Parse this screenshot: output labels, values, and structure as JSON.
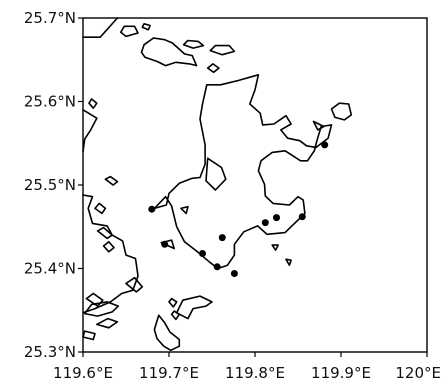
{
  "map": {
    "type": "coastline-map",
    "x_axis": {
      "range": [
        119.6,
        120.0
      ],
      "ticks": [
        119.6,
        119.7,
        119.8,
        119.9,
        120.0
      ],
      "tick_labels": [
        "119.6°E",
        "119.7°E",
        "119.8°E",
        "119.9°E",
        "120°E"
      ]
    },
    "y_axis": {
      "range": [
        25.3,
        25.7
      ],
      "ticks": [
        25.7,
        25.6,
        25.5,
        25.4,
        25.3
      ],
      "tick_labels": [
        "25.7°N",
        "25.6°N",
        "25.5°N",
        "25.4°N",
        "25.3°N"
      ]
    },
    "stations": [
      {
        "lon": 119.881,
        "lat": 25.548
      },
      {
        "lon": 119.855,
        "lat": 25.462
      },
      {
        "lon": 119.825,
        "lat": 25.461
      },
      {
        "lon": 119.812,
        "lat": 25.455
      },
      {
        "lon": 119.762,
        "lat": 25.437
      },
      {
        "lon": 119.776,
        "lat": 25.394
      },
      {
        "lon": 119.756,
        "lat": 25.402
      },
      {
        "lon": 119.739,
        "lat": 25.418
      },
      {
        "lon": 119.68,
        "lat": 25.471
      },
      {
        "lon": 119.695,
        "lat": 25.429
      }
    ],
    "coastlines": [
      [
        [
          119.6,
          25.677
        ],
        [
          119.62,
          25.677
        ],
        [
          119.64,
          25.7
        ]
      ],
      [
        [
          119.6,
          25.488
        ],
        [
          119.611,
          25.486
        ],
        [
          119.606,
          25.472
        ],
        [
          119.611,
          25.454
        ],
        [
          119.628,
          25.451
        ],
        [
          119.634,
          25.44
        ],
        [
          119.646,
          25.433
        ],
        [
          119.65,
          25.416
        ],
        [
          119.661,
          25.412
        ],
        [
          119.664,
          25.391
        ],
        [
          119.658,
          25.374
        ],
        [
          119.645,
          25.37
        ],
        [
          119.632,
          25.36
        ],
        [
          119.614,
          25.352
        ],
        [
          119.6,
          25.347
        ]
      ],
      [
        [
          119.6,
          25.59
        ],
        [
          119.616,
          25.58
        ],
        [
          119.609,
          25.566
        ],
        [
          119.602,
          25.555
        ],
        [
          119.6,
          25.54
        ]
      ],
      [
        [
          119.668,
          25.659
        ],
        [
          119.672,
          25.653
        ],
        [
          119.686,
          25.648
        ],
        [
          119.696,
          25.643
        ],
        [
          119.708,
          25.647
        ],
        [
          119.724,
          25.645
        ],
        [
          119.732,
          25.643
        ],
        [
          119.727,
          25.655
        ],
        [
          119.718,
          25.657
        ],
        [
          119.704,
          25.67
        ],
        [
          119.695,
          25.674
        ],
        [
          119.682,
          25.676
        ],
        [
          119.671,
          25.668
        ],
        [
          119.668,
          25.659
        ]
      ],
      [
        [
          119.644,
          25.683
        ],
        [
          119.65,
          25.678
        ],
        [
          119.664,
          25.682
        ],
        [
          119.66,
          25.69
        ],
        [
          119.648,
          25.69
        ],
        [
          119.644,
          25.683
        ]
      ],
      [
        [
          119.669,
          25.689
        ],
        [
          119.676,
          25.686
        ],
        [
          119.678,
          25.691
        ],
        [
          119.671,
          25.693
        ],
        [
          119.669,
          25.689
        ]
      ],
      [
        [
          119.717,
          25.668
        ],
        [
          119.728,
          25.664
        ],
        [
          119.74,
          25.667
        ],
        [
          119.734,
          25.672
        ],
        [
          119.722,
          25.673
        ],
        [
          119.717,
          25.668
        ]
      ],
      [
        [
          119.748,
          25.661
        ],
        [
          119.762,
          25.656
        ],
        [
          119.776,
          25.66
        ],
        [
          119.77,
          25.667
        ],
        [
          119.754,
          25.667
        ],
        [
          119.748,
          25.661
        ]
      ],
      [
        [
          119.745,
          25.64
        ],
        [
          119.752,
          25.635
        ],
        [
          119.758,
          25.64
        ],
        [
          119.751,
          25.645
        ],
        [
          119.745,
          25.64
        ]
      ],
      [
        [
          119.683,
          25.472
        ],
        [
          119.697,
          25.476
        ],
        [
          119.7,
          25.49
        ],
        [
          119.712,
          25.502
        ],
        [
          119.727,
          25.508
        ],
        [
          119.736,
          25.509
        ],
        [
          119.742,
          25.525
        ],
        [
          119.742,
          25.548
        ],
        [
          119.736,
          25.579
        ],
        [
          119.739,
          25.597
        ],
        [
          119.744,
          25.62
        ],
        [
          119.76,
          25.62
        ],
        [
          119.78,
          25.625
        ],
        [
          119.804,
          25.632
        ],
        [
          119.8,
          25.614
        ],
        [
          119.794,
          25.597
        ],
        [
          119.806,
          25.586
        ],
        [
          119.809,
          25.572
        ],
        [
          119.822,
          25.573
        ],
        [
          119.836,
          25.583
        ],
        [
          119.842,
          25.573
        ],
        [
          119.83,
          25.566
        ],
        [
          119.838,
          25.556
        ],
        [
          119.852,
          25.553
        ],
        [
          119.86,
          25.547
        ],
        [
          119.871,
          25.545
        ],
        [
          119.885,
          25.556
        ],
        [
          119.889,
          25.572
        ],
        [
          119.877,
          25.57
        ],
        [
          119.872,
          25.553
        ],
        [
          119.869,
          25.541
        ],
        [
          119.861,
          25.529
        ],
        [
          119.853,
          25.529
        ],
        [
          119.835,
          25.541
        ],
        [
          119.82,
          25.539
        ],
        [
          119.807,
          25.529
        ],
        [
          119.804,
          25.517
        ],
        [
          119.811,
          25.501
        ],
        [
          119.812,
          25.487
        ],
        [
          119.821,
          25.478
        ],
        [
          119.84,
          25.476
        ],
        [
          119.85,
          25.486
        ],
        [
          119.856,
          25.482
        ],
        [
          119.858,
          25.466
        ],
        [
          119.844,
          25.452
        ],
        [
          119.835,
          25.443
        ],
        [
          119.814,
          25.441
        ],
        [
          119.803,
          25.451
        ],
        [
          119.787,
          25.444
        ],
        [
          119.776,
          25.429
        ],
        [
          119.776,
          25.416
        ],
        [
          119.768,
          25.404
        ],
        [
          119.757,
          25.4
        ],
        [
          119.748,
          25.407
        ],
        [
          119.732,
          25.421
        ],
        [
          119.718,
          25.432
        ],
        [
          119.709,
          25.45
        ],
        [
          119.703,
          25.475
        ],
        [
          119.696,
          25.486
        ],
        [
          119.683,
          25.472
        ]
      ],
      [
        [
          119.745,
          25.532
        ],
        [
          119.761,
          25.521
        ],
        [
          119.766,
          25.507
        ],
        [
          119.754,
          25.494
        ],
        [
          119.743,
          25.505
        ],
        [
          119.745,
          25.532
        ]
      ],
      [
        [
          119.607,
          25.598
        ],
        [
          119.612,
          25.592
        ],
        [
          119.616,
          25.598
        ],
        [
          119.61,
          25.603
        ],
        [
          119.607,
          25.598
        ]
      ],
      [
        [
          119.889,
          25.591
        ],
        [
          119.898,
          25.598
        ],
        [
          119.909,
          25.597
        ],
        [
          119.912,
          25.584
        ],
        [
          119.904,
          25.578
        ],
        [
          119.893,
          25.581
        ],
        [
          119.889,
          25.591
        ]
      ],
      [
        [
          119.868,
          25.576
        ],
        [
          119.88,
          25.57
        ],
        [
          119.873,
          25.566
        ],
        [
          119.868,
          25.576
        ]
      ],
      [
        [
          119.82,
          25.428
        ],
        [
          119.824,
          25.422
        ],
        [
          119.827,
          25.428
        ],
        [
          119.82,
          25.428
        ]
      ],
      [
        [
          119.836,
          25.411
        ],
        [
          119.84,
          25.404
        ],
        [
          119.842,
          25.41
        ],
        [
          119.836,
          25.411
        ]
      ],
      [
        [
          119.626,
          25.507
        ],
        [
          119.635,
          25.5
        ],
        [
          119.64,
          25.504
        ],
        [
          119.632,
          25.51
        ],
        [
          119.626,
          25.507
        ]
      ],
      [
        [
          119.614,
          25.472
        ],
        [
          119.622,
          25.466
        ],
        [
          119.626,
          25.472
        ],
        [
          119.619,
          25.478
        ],
        [
          119.614,
          25.472
        ]
      ],
      [
        [
          119.617,
          25.445
        ],
        [
          119.628,
          25.436
        ],
        [
          119.634,
          25.44
        ],
        [
          119.624,
          25.449
        ],
        [
          119.617,
          25.445
        ]
      ],
      [
        [
          119.624,
          25.427
        ],
        [
          119.63,
          25.42
        ],
        [
          119.636,
          25.425
        ],
        [
          119.63,
          25.432
        ],
        [
          119.624,
          25.427
        ]
      ],
      [
        [
          119.65,
          25.382
        ],
        [
          119.662,
          25.372
        ],
        [
          119.669,
          25.378
        ],
        [
          119.66,
          25.389
        ],
        [
          119.65,
          25.382
        ]
      ],
      [
        [
          119.604,
          25.364
        ],
        [
          119.617,
          25.355
        ],
        [
          119.623,
          25.362
        ],
        [
          119.612,
          25.37
        ],
        [
          119.604,
          25.364
        ]
      ],
      [
        [
          119.602,
          25.346
        ],
        [
          119.617,
          25.343
        ],
        [
          119.634,
          25.348
        ],
        [
          119.641,
          25.355
        ],
        [
          119.628,
          25.36
        ],
        [
          119.61,
          25.357
        ],
        [
          119.602,
          25.346
        ]
      ],
      [
        [
          119.616,
          25.333
        ],
        [
          119.63,
          25.329
        ],
        [
          119.64,
          25.336
        ],
        [
          119.629,
          25.34
        ],
        [
          119.616,
          25.333
        ]
      ],
      [
        [
          119.6,
          25.318
        ],
        [
          119.612,
          25.315
        ],
        [
          119.614,
          25.322
        ],
        [
          119.602,
          25.325
        ],
        [
          119.6,
          25.318
        ]
      ],
      [
        [
          119.691,
          25.431
        ],
        [
          119.706,
          25.424
        ],
        [
          119.703,
          25.434
        ],
        [
          119.691,
          25.431
        ]
      ],
      [
        [
          119.714,
          25.472
        ],
        [
          119.72,
          25.466
        ],
        [
          119.722,
          25.474
        ],
        [
          119.714,
          25.472
        ]
      ],
      [
        [
          119.722,
          25.34
        ],
        [
          119.728,
          25.352
        ],
        [
          119.743,
          25.355
        ],
        [
          119.75,
          25.36
        ],
        [
          119.736,
          25.367
        ],
        [
          119.716,
          25.362
        ],
        [
          119.709,
          25.347
        ],
        [
          119.722,
          25.34
        ]
      ],
      [
        [
          119.7,
          25.36
        ],
        [
          119.705,
          25.354
        ],
        [
          119.709,
          25.36
        ],
        [
          119.703,
          25.364
        ],
        [
          119.7,
          25.36
        ]
      ],
      [
        [
          119.703,
          25.345
        ],
        [
          119.708,
          25.339
        ],
        [
          119.712,
          25.345
        ],
        [
          119.706,
          25.349
        ],
        [
          119.703,
          25.345
        ]
      ],
      [
        [
          119.688,
          25.344
        ],
        [
          119.695,
          25.335
        ],
        [
          119.701,
          25.324
        ],
        [
          119.712,
          25.315
        ],
        [
          119.712,
          25.307
        ],
        [
          119.702,
          25.302
        ],
        [
          119.694,
          25.307
        ],
        [
          119.686,
          25.316
        ],
        [
          119.683,
          25.327
        ],
        [
          119.688,
          25.344
        ]
      ]
    ]
  }
}
